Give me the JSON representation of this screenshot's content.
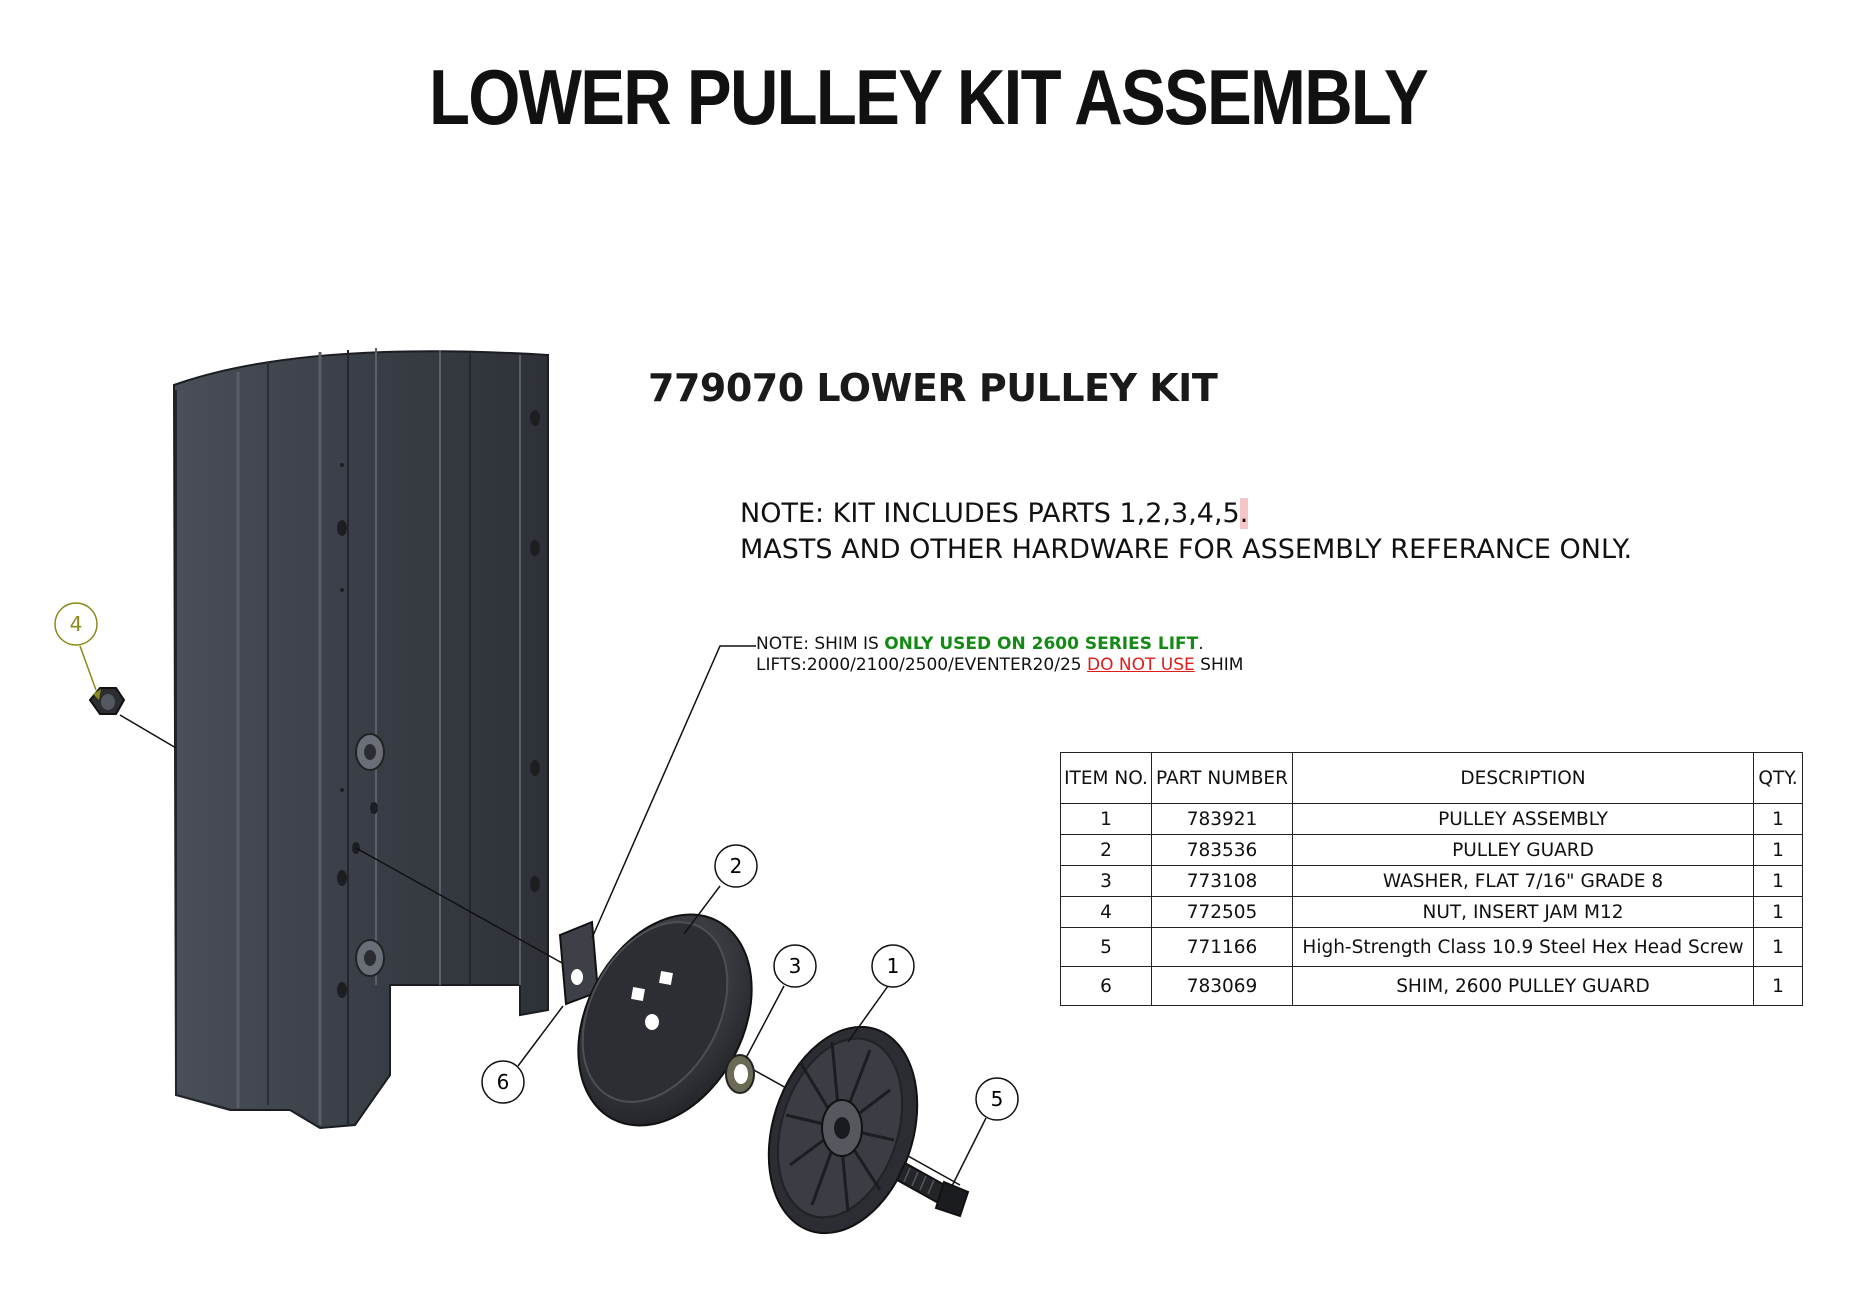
{
  "title": "LOWER PULLEY KIT ASSEMBLY",
  "kit_title": "779070 LOWER PULLEY KIT",
  "note": {
    "line1_text": "NOTE: KIT INCLUDES PARTS 1,2,3,4,5",
    "line1_end": ".",
    "line2": "MASTS AND OTHER HARDWARE FOR ASSEMBLY REFERANCE ONLY."
  },
  "shim_note": {
    "prefix": "NOTE: SHIM IS ",
    "emphasis": "ONLY USED ON 2600 SERIES LIFT",
    "suffix": ".",
    "line2_prefix": "LIFTS:2000/2100/2500/EVENTER20/25 ",
    "line2_warning": "DO NOT USE",
    "line2_suffix": " SHIM"
  },
  "bom": {
    "headers": [
      "ITEM NO.",
      "PART NUMBER",
      "DESCRIPTION",
      "QTY."
    ],
    "rows": [
      [
        "1",
        "783921",
        "PULLEY ASSEMBLY",
        "1"
      ],
      [
        "2",
        "783536",
        "PULLEY GUARD",
        "1"
      ],
      [
        "3",
        "773108",
        "WASHER, FLAT 7/16\" GRADE 8",
        "1"
      ],
      [
        "4",
        "772505",
        "NUT, INSERT JAM M12",
        "1"
      ],
      [
        "5",
        "771166",
        "High-Strength Class 10.9 Steel Hex Head Screw",
        "1"
      ],
      [
        "6",
        "783069",
        "SHIM, 2600 PULLEY GUARD",
        "1"
      ]
    ]
  },
  "balloons": {
    "b1": "1",
    "b2": "2",
    "b3": "3",
    "b4": "4",
    "b5": "5",
    "b6": "6"
  },
  "colors": {
    "emphasis_green": "#138a13",
    "warning_red": "#e01b1b",
    "highlighted_balloon": "#8a8a1a",
    "mast_dark": "#3b3f47"
  }
}
